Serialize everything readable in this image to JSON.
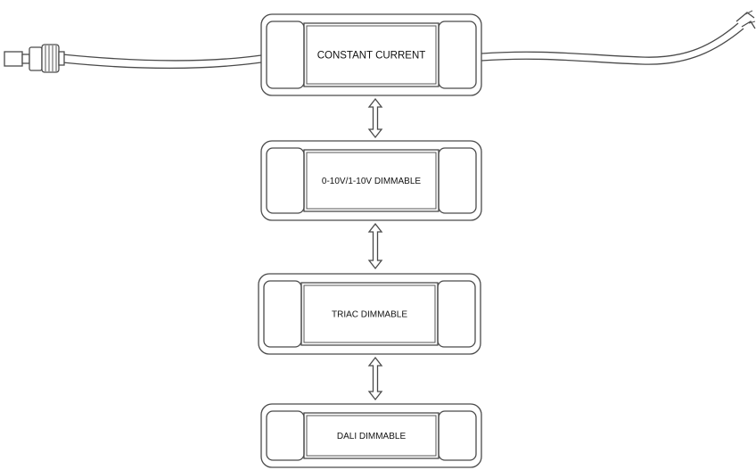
{
  "diagram": {
    "drivers": [
      {
        "label": "CONSTANT CURRENT"
      },
      {
        "label": "0-10V/1-10V DIMMABLE"
      },
      {
        "label": "TRIAC DIMMABLE"
      },
      {
        "label": "DALI DIMMABLE"
      }
    ],
    "connector_icon": "plug-connector-icon",
    "wire_end_icon": "stripped-wire-end-icon",
    "arrow_icon": "double-headed-arrow-icon"
  }
}
